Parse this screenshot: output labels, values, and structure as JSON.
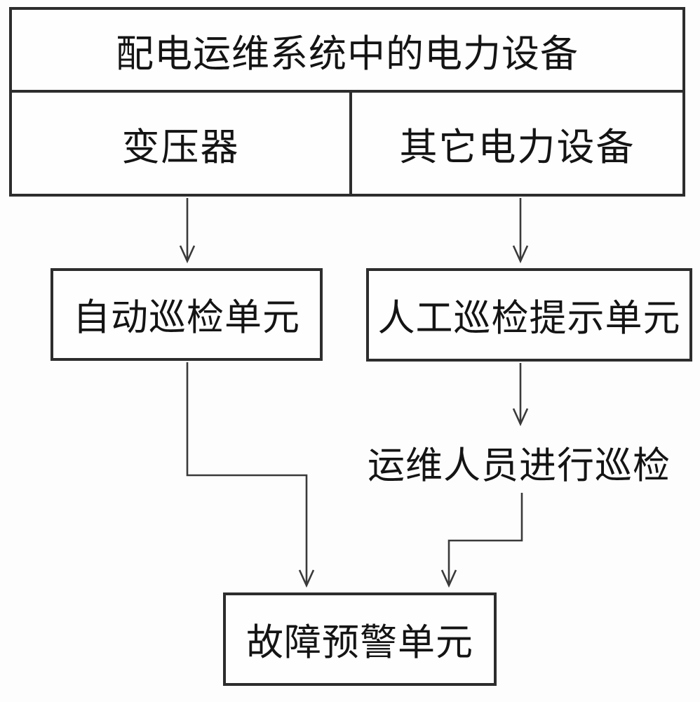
{
  "diagram": {
    "table": {
      "header": "配电运维系统中的电力设备",
      "cells": [
        {
          "label": "变压器"
        },
        {
          "label": "其它电力设备"
        }
      ]
    },
    "nodes": {
      "auto_inspection": {
        "label": "自动巡检单元"
      },
      "manual_inspection": {
        "label": "人工巡检提示单元"
      },
      "personnel_inspection": {
        "label": "运维人员进行巡检"
      },
      "fault_warning": {
        "label": "故障预警单元"
      }
    },
    "connections": [
      {
        "from": "变压器",
        "to": "自动巡检单元"
      },
      {
        "from": "其它电力设备",
        "to": "人工巡检提示单元"
      },
      {
        "from": "自动巡检单元",
        "to": "故障预警单元"
      },
      {
        "from": "人工巡检提示单元",
        "to": "运维人员进行巡检"
      },
      {
        "from": "运维人员进行巡检",
        "to": "故障预警单元"
      }
    ],
    "colors": {
      "border": "#2d2d2d",
      "line": "#3a3a3a",
      "text": "#141414",
      "background": "#fdfdfd"
    }
  }
}
